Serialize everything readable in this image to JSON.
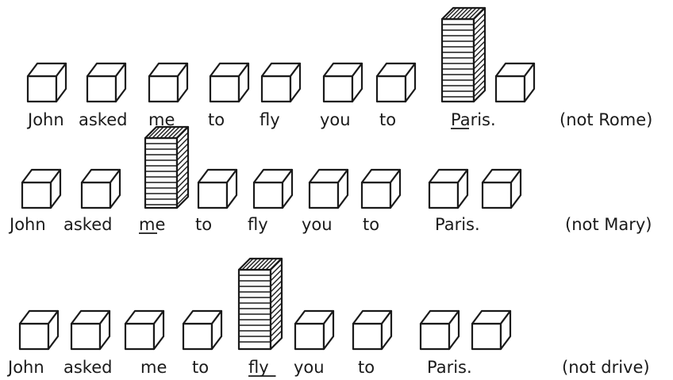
{
  "rows": [
    {
      "words": [
        "John",
        "asked",
        "me",
        "to",
        "fly",
        "you",
        "to",
        "Paris."
      ],
      "stressed_index": 7,
      "underline": "Pa",
      "note": "(not Rome)",
      "blocks": "one cube per syllable; stressed syllable drawn as tall striped tower"
    },
    {
      "words": [
        "John",
        "asked",
        "me",
        "to",
        "fly",
        "you",
        "to",
        "Paris."
      ],
      "stressed_index": 2,
      "underline": "me",
      "note": "(not Mary)"
    },
    {
      "words": [
        "John",
        "asked",
        "me",
        "to",
        "fly",
        "you",
        "to",
        "Paris."
      ],
      "stressed_index": 4,
      "underline": "fly",
      "note": "(not drive)"
    }
  ]
}
